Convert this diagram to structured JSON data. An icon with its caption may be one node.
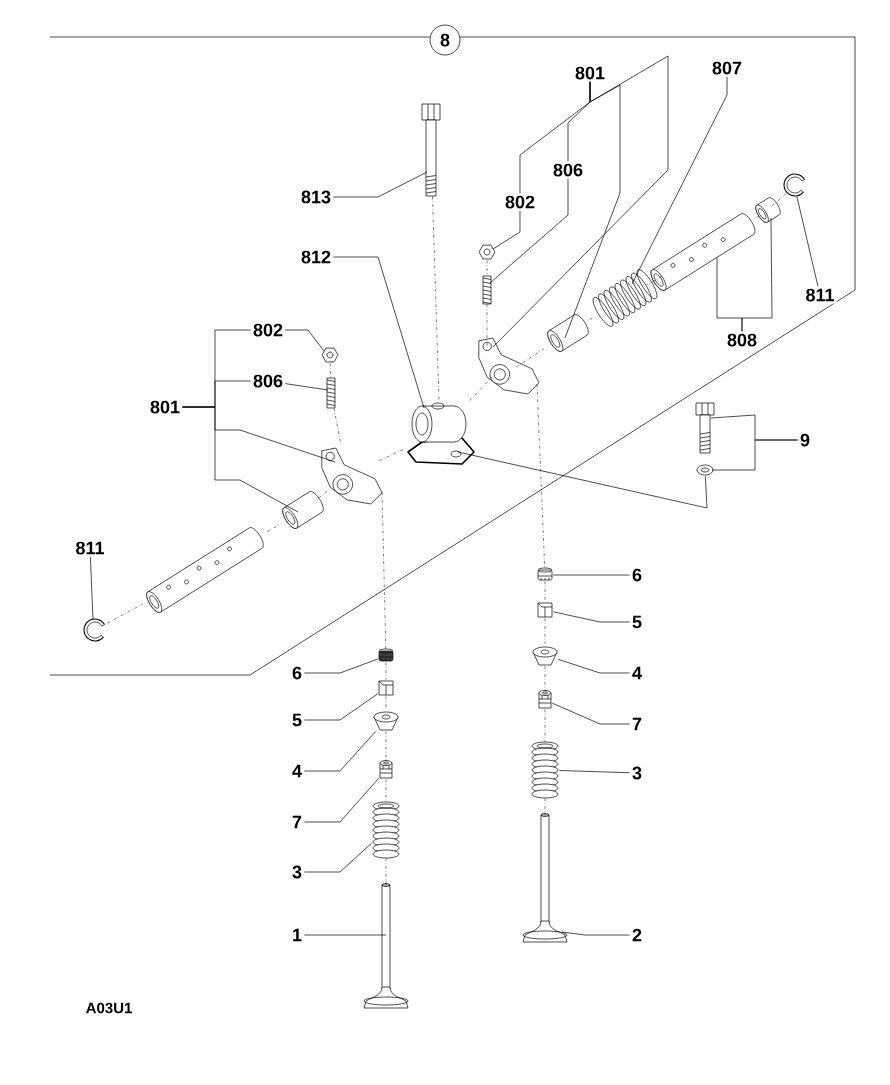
{
  "diagram": {
    "nodes": [
      {
        "text": [
          "8"
        ]
      },
      {
        "text": [
          "801"
        ]
      },
      {
        "text": [
          "806"
        ]
      },
      {
        "text": [
          "802"
        ]
      },
      {
        "text": [
          "807"
        ]
      },
      {
        "text": [
          "813"
        ]
      },
      {
        "text": [
          "812"
        ]
      },
      {
        "text": [
          "811"
        ]
      },
      {
        "text": [
          "808"
        ]
      },
      {
        "text": [
          "802"
        ]
      },
      {
        "text": [
          "806"
        ]
      },
      {
        "text": [
          "801"
        ]
      },
      {
        "text": [
          "9"
        ]
      },
      {
        "text": [
          "811"
        ]
      },
      {
        "text": [
          "6"
        ]
      },
      {
        "text": [
          "5"
        ]
      },
      {
        "text": [
          "4"
        ]
      },
      {
        "text": [
          "7"
        ]
      },
      {
        "text": [
          "3"
        ]
      },
      {
        "text": [
          "1"
        ]
      },
      {
        "text": [
          "6"
        ]
      },
      {
        "text": [
          "5"
        ]
      },
      {
        "text": [
          "4"
        ]
      },
      {
        "text": [
          "7"
        ]
      },
      {
        "text": [
          "3"
        ]
      },
      {
        "text": [
          "2"
        ]
      },
      {
        "text": [],
        "shape": "picture"
      },
      {
        "text": [],
        "shape": "picture"
      },
      {
        "text": [],
        "shape": "picture"
      },
      {
        "text": [],
        "shape": "picture"
      },
      {
        "text": [],
        "shape": "picture"
      },
      {
        "text": [],
        "shape": "picture"
      },
      {
        "text": [],
        "shape": "picture"
      },
      {
        "text": [],
        "shape": "picture"
      },
      {
        "text": [],
        "shape": "picture"
      },
      {
        "text": [],
        "shape": "picture"
      },
      {
        "text": [],
        "shape": "picture"
      },
      {
        "text": [],
        "shape": "picture"
      },
      {
        "text": [],
        "shape": "picture"
      },
      {
        "text": [],
        "shape": "picture"
      },
      {
        "text": [],
        "shape": "picture"
      },
      {
        "text": [],
        "shape": "picture"
      },
      {
        "text": [],
        "shape": "picture"
      },
      {
        "text": [],
        "shape": "picture"
      },
      {
        "text": [],
        "shape": "picture"
      },
      {
        "text": [],
        "shape": "picture"
      },
      {
        "text": [],
        "shape": "picture"
      },
      {
        "text": [],
        "shape": "picture"
      },
      {
        "text": [],
        "shape": "picture"
      },
      {
        "text": [],
        "shape": "picture"
      },
      {
        "text": [],
        "shape": "picture"
      },
      {
        "text": [],
        "shape": "picture"
      },
      {
        "text": [],
        "shape": "picture"
      },
      {
        "text": [],
        "shape": "picture"
      },
      {
        "text": [],
        "shape": "picture"
      },
      {
        "text": [],
        "shape": "picture"
      }
    ],
    "edges": [
      {
        "from": 1,
        "to": 2,
        "arrow": "none"
      },
      {
        "from": 1,
        "to": 3,
        "arrow": "none"
      },
      {
        "from": 1,
        "to": 29,
        "arrow": "none"
      },
      {
        "from": 1,
        "to": 30,
        "arrow": "none"
      },
      {
        "from": 3,
        "to": 27,
        "arrow": "none"
      },
      {
        "from": 2,
        "to": 28,
        "arrow": "none"
      },
      {
        "from": 4,
        "to": 31,
        "arrow": "none"
      },
      {
        "from": 5,
        "to": 26,
        "arrow": "none"
      },
      {
        "from": 6,
        "to": 35,
        "arrow": "none"
      },
      {
        "from": 7,
        "to": 34,
        "arrow": "none"
      },
      {
        "from": 8,
        "to": 32,
        "arrow": "none"
      },
      {
        "from": 8,
        "to": 33,
        "arrow": "none"
      },
      {
        "from": 11,
        "to": 9,
        "arrow": "none"
      },
      {
        "from": 11,
        "to": 10,
        "arrow": "none"
      },
      {
        "from": 11,
        "to": 38,
        "arrow": "none"
      },
      {
        "from": 11,
        "to": 39,
        "arrow": "none"
      },
      {
        "from": 9,
        "to": 36,
        "arrow": "none"
      },
      {
        "from": 10,
        "to": 37,
        "arrow": "none"
      },
      {
        "from": 12,
        "to": 42,
        "arrow": "none"
      },
      {
        "from": 12,
        "to": 43,
        "arrow": "none"
      },
      {
        "from": 43,
        "to": 35,
        "arrow": "none"
      },
      {
        "from": 13,
        "to": 41,
        "arrow": "none"
      },
      {
        "from": 14,
        "to": 44,
        "arrow": "none"
      },
      {
        "from": 15,
        "to": 45,
        "arrow": "none"
      },
      {
        "from": 16,
        "to": 46,
        "arrow": "none"
      },
      {
        "from": 17,
        "to": 47,
        "arrow": "none"
      },
      {
        "from": 18,
        "to": 48,
        "arrow": "none"
      },
      {
        "from": 19,
        "to": 49,
        "arrow": "none"
      },
      {
        "from": 20,
        "to": 50,
        "arrow": "none"
      },
      {
        "from": 21,
        "to": 51,
        "arrow": "none"
      },
      {
        "from": 22,
        "to": 52,
        "arrow": "none"
      },
      {
        "from": 23,
        "to": 53,
        "arrow": "none"
      },
      {
        "from": 24,
        "to": 54,
        "arrow": "none"
      },
      {
        "from": 25,
        "to": 55,
        "arrow": "none"
      },
      {
        "from": 41,
        "to": 40,
        "arrow": "none",
        "style": "dashed"
      },
      {
        "from": 40,
        "to": 39,
        "arrow": "none",
        "style": "dashed"
      },
      {
        "from": 39,
        "to": 38,
        "arrow": "none",
        "style": "dashed"
      },
      {
        "from": 38,
        "to": 35,
        "arrow": "none",
        "style": "dashed"
      },
      {
        "from": 35,
        "to": 29,
        "arrow": "none",
        "style": "dashed"
      },
      {
        "from": 29,
        "to": 30,
        "arrow": "none",
        "style": "dashed"
      },
      {
        "from": 30,
        "to": 31,
        "arrow": "none",
        "style": "dashed"
      },
      {
        "from": 31,
        "to": 32,
        "arrow": "none",
        "style": "dashed"
      },
      {
        "from": 32,
        "to": 33,
        "arrow": "none",
        "style": "dashed"
      },
      {
        "from": 33,
        "to": 34,
        "arrow": "none",
        "style": "dashed"
      },
      {
        "from": 26,
        "to": 35,
        "arrow": "none",
        "style": "dashed"
      },
      {
        "from": 36,
        "to": 37,
        "arrow": "none",
        "style": "dashed"
      },
      {
        "from": 37,
        "to": 38,
        "arrow": "none",
        "style": "dashed"
      },
      {
        "from": 38,
        "to": 44,
        "arrow": "none",
        "style": "dashed"
      },
      {
        "from": 44,
        "to": 45,
        "arrow": "none",
        "style": "dashed"
      },
      {
        "from": 45,
        "to": 46,
        "arrow": "none",
        "style": "dashed"
      },
      {
        "from": 46,
        "to": 47,
        "arrow": "none",
        "style": "dashed"
      },
      {
        "from": 47,
        "to": 48,
        "arrow": "none",
        "style": "dashed"
      },
      {
        "from": 48,
        "to": 49,
        "arrow": "none",
        "style": "dashed"
      },
      {
        "from": 27,
        "to": 28,
        "arrow": "none",
        "style": "dashed"
      },
      {
        "from": 28,
        "to": 29,
        "arrow": "none",
        "style": "dashed"
      },
      {
        "from": 29,
        "to": 50,
        "arrow": "none",
        "style": "dashed"
      },
      {
        "from": 50,
        "to": 51,
        "arrow": "none",
        "style": "dashed"
      },
      {
        "from": 51,
        "to": 52,
        "arrow": "none",
        "style": "dashed"
      },
      {
        "from": 52,
        "to": 53,
        "arrow": "none",
        "style": "dashed"
      },
      {
        "from": 53,
        "to": 54,
        "arrow": "none",
        "style": "dashed"
      },
      {
        "from": 54,
        "to": 55,
        "arrow": "none",
        "style": "dashed"
      }
    ],
    "labels": [
      "A03U1"
    ]
  }
}
